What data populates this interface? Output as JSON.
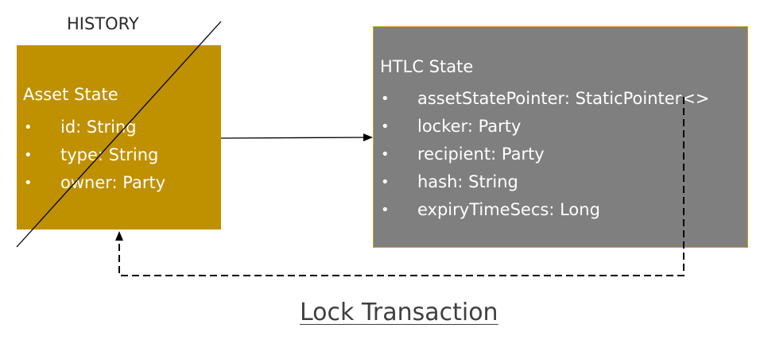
{
  "history_label": "HISTORY",
  "asset_state": {
    "title": "Asset State",
    "fields": [
      "id: String",
      "type: String",
      "owner: Party"
    ]
  },
  "htlc_state": {
    "title": "HTLC State",
    "fields": [
      "assetStatePointer: StaticPointer<>",
      "locker: Party",
      "recipient: Party",
      "hash: String",
      "expiryTimeSecs: Long"
    ]
  },
  "bullet_glyph": "•",
  "caption": "Lock Transaction",
  "colors": {
    "asset_fill": "#bf9000",
    "htlc_fill": "#7f7f7f",
    "htlc_border": "#c9a227",
    "line": "#000000",
    "caption_text": "#404040"
  }
}
